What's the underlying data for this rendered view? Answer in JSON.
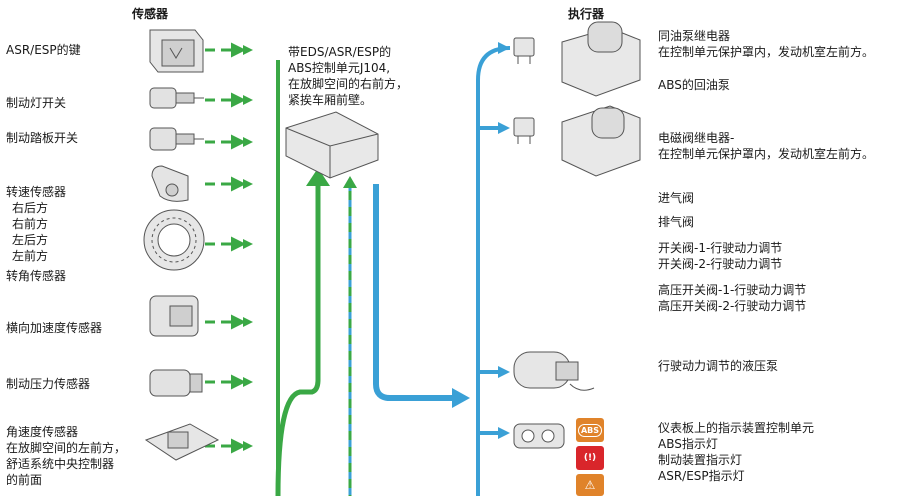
{
  "headers": {
    "sensors": "传感器",
    "actuators": "执行器"
  },
  "sensors": [
    {
      "id": "asr-key",
      "label": "ASR/ESP的键"
    },
    {
      "id": "brake-light",
      "label": "制动灯开关"
    },
    {
      "id": "brake-pedal",
      "label": "制动踏板开关"
    },
    {
      "id": "speed",
      "label": "转速传感器",
      "sub": [
        "右后方",
        "右前方",
        "左后方",
        "左前方"
      ]
    },
    {
      "id": "steer",
      "label": "转角传感器"
    },
    {
      "id": "lateral",
      "label": "横向加速度传感器"
    },
    {
      "id": "pressure",
      "label": "制动压力传感器"
    },
    {
      "id": "yaw",
      "label": "角速度传感器",
      "sub": [
        "在放脚空间的左前方，",
        "舒适系统中央控制器",
        "的前面"
      ]
    }
  ],
  "control_unit": {
    "lines": [
      "带EDS/ASR/ESP的",
      "ABS控制单元J104,",
      "在放脚空间的右前方，",
      "紧挨车厢前壁。"
    ]
  },
  "actuators": [
    {
      "id": "return-relay",
      "lines": [
        "同油泵继电器",
        "在控制单元保护罩内，发动机室左前方。"
      ]
    },
    {
      "id": "return-pump",
      "lines": [
        "ABS的回油泵"
      ]
    },
    {
      "id": "valve-relay",
      "lines": [
        "电磁阀继电器-",
        "在控制单元保护罩内，发动机室左前方。"
      ]
    },
    {
      "id": "intake-valve",
      "lines": [
        "进气阀"
      ]
    },
    {
      "id": "exhaust-valve",
      "lines": [
        "排气阀"
      ]
    },
    {
      "id": "switch-valves",
      "lines": [
        "开关阀-1-行驶动力调节",
        "开关阀-2-行驶动力调节"
      ]
    },
    {
      "id": "hp-valves",
      "lines": [
        "高压开关阀-1-行驶动力调节",
        "高压开关阀-2-行驶动力调节"
      ]
    },
    {
      "id": "hyd-pump",
      "lines": [
        "行驶动力调节的液压泵"
      ]
    },
    {
      "id": "indicators",
      "lines": [
        "仪表板上的指示装置控制单元",
        "ABS指示灯",
        "制动装置指示灯",
        "ASR/ESP指示灯"
      ]
    }
  ],
  "warning_icons": [
    "ABS",
    "(!)",
    "⚠"
  ],
  "colors": {
    "sensor_flow": "#3aa845",
    "actuator_flow": "#3aa0d6",
    "red_icon": "#d9262b",
    "amber_icon": "#e0832a"
  }
}
